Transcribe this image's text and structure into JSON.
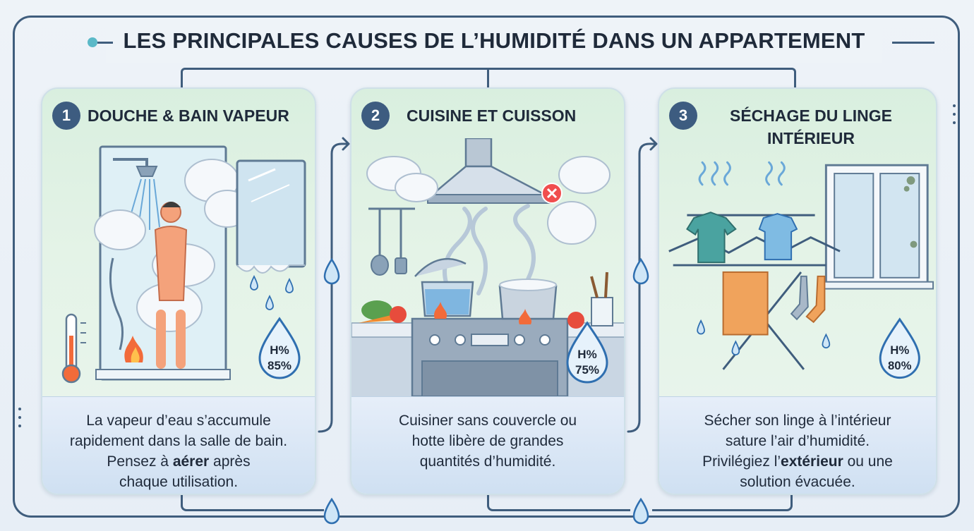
{
  "title": "LES PRINCIPALES CAUSES DE L’HUMIDITÉ DANS UN APPARTEMENT",
  "colors": {
    "frame": "#3f5d7d",
    "accent": "#5bb9c8",
    "badge": "#3d5c80",
    "drop": "#2f6fb0"
  },
  "panels": [
    {
      "number": "1",
      "title": "DOUCHE & BAIN VAPEUR",
      "humidity_label": "H%",
      "humidity_value": "85%",
      "desc_1": "La vapeur d’eau s’accumule",
      "desc_2": "rapidement dans la salle de bain.",
      "desc_3a": "Pensez à ",
      "desc_3b": "aérer",
      "desc_3c": " après",
      "desc_4": "chaque utilisation."
    },
    {
      "number": "2",
      "title": "CUISINE ET CUISSON",
      "humidity_label": "H%",
      "humidity_value": "75%",
      "desc_1": "Cuisiner sans couvercle ou",
      "desc_2": "hotte libère de grandes",
      "desc_3": "quantités d’humidité."
    },
    {
      "number": "3",
      "title_1": "SÉCHAGE DU LINGE",
      "title_2": "INTÉRIEUR",
      "humidity_label": "H%",
      "humidity_value": "80%",
      "desc_1": "Sécher son linge à l’intérieur",
      "desc_2": "sature l’air d’humidité.",
      "desc_3a": "Privilégiez l’",
      "desc_3b": "extérieur",
      "desc_3c": " ou une",
      "desc_4": "solution évacuée."
    }
  ],
  "icons": [
    "droplet-icon",
    "arrow-right-icon",
    "thermometer-icon",
    "shower-icon",
    "range-hood-icon",
    "cross-icon",
    "pot-icon",
    "clothes-rack-icon",
    "window-icon",
    "steam-icon"
  ]
}
